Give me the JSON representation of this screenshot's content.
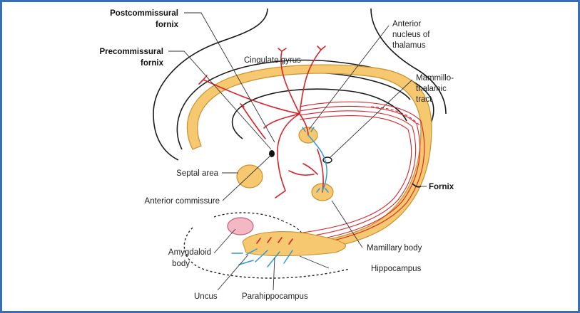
{
  "labels": {
    "postcommissural_1": "Postcommissural",
    "postcommissural_2": "fornix",
    "precommissural_1": "Precommissural",
    "precommissural_2": "fornix",
    "cingulate_gyrus": "Cingulate gyrus",
    "anterior_nucleus_1": "Anterior",
    "anterior_nucleus_2": "nucleus of",
    "anterior_nucleus_3": "thalamus",
    "mammillothalamic_1": "Mammillo-",
    "mammillothalamic_2": "thalamic",
    "mammillothalamic_3": "tract",
    "septal_area": "Septal area",
    "anterior_commissure": "Anterior commissure",
    "fornix": "Fornix",
    "amygdaloid_1": "Amygdaloid",
    "amygdaloid_2": "body",
    "mamillary_body": "Mamillary body",
    "hippocampus": "Hippocampus",
    "uncus": "Uncus",
    "parahippocampus": "Parahippocampus"
  },
  "colors": {
    "frame": "#3a6fb5",
    "fiber_red": "#d8232a",
    "fiber_blue": "#2e9bd6",
    "fornix_fill": "#f6c870",
    "amygdala_fill": "#f4b8c4"
  }
}
